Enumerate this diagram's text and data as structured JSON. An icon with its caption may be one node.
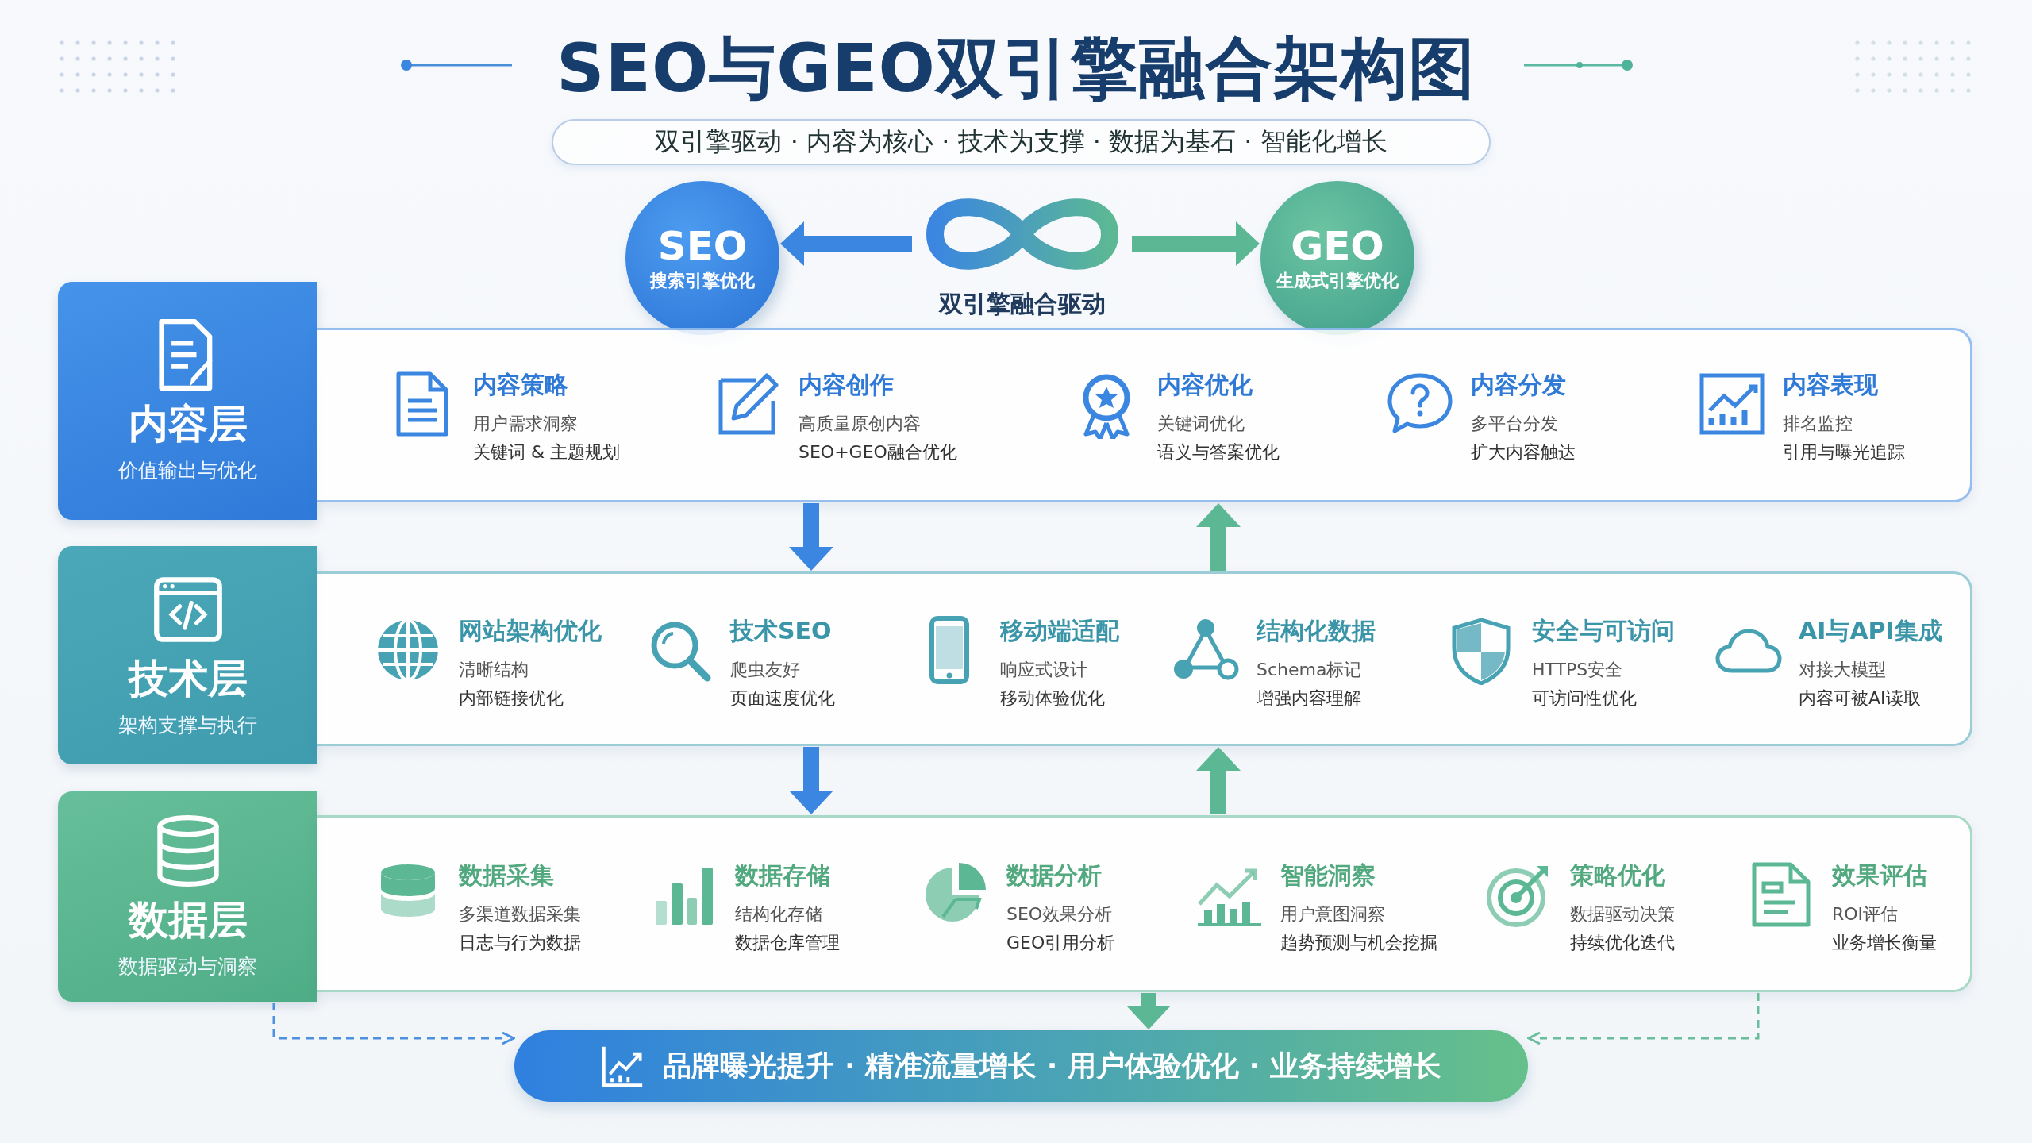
{
  "diagram": {
    "title": "SEO与GEO双引擎融合架构图",
    "nodes": [
      {
        "text": [
          "双引擎驱动 · 内容为核心 · 技术为支撑 · 数据为基石 · 智能化增长"
        ]
      },
      {
        "text": [
          "SEO",
          "搜索引擎优化"
        ]
      },
      {
        "text": [
          "双引擎融合驱动"
        ]
      },
      {
        "text": [
          "GEO",
          "生成式引擎优化"
        ]
      },
      {
        "text": [
          "内容层",
          "价值输出与优化"
        ]
      },
      {
        "text": [],
        "shape": "box"
      },
      {
        "text": [
          "内容策略",
          "用户需求洞察",
          "关键词 & 主题规划"
        ],
        "in": 5
      },
      {
        "text": [
          "内容创作",
          "高质量原创内容",
          "SEO+GEO融合优化"
        ],
        "in": 5
      },
      {
        "text": [
          "内容优化",
          "关键词优化",
          "语义与答案优化"
        ],
        "in": 5
      },
      {
        "text": [
          "内容分发",
          "多平台分发",
          "扩大内容触达"
        ],
        "in": 5
      },
      {
        "text": [
          "内容表现",
          "排名监控",
          "引用与曝光追踪"
        ],
        "in": 5
      },
      {
        "text": [
          "技术层",
          "架构支撑与执行"
        ]
      },
      {
        "text": [],
        "shape": "box"
      },
      {
        "text": [
          "网站架构优化",
          "清晰结构",
          "内部链接优化"
        ],
        "in": 12
      },
      {
        "text": [
          "技术SEO",
          "爬虫友好",
          "页面速度优化"
        ],
        "in": 12
      },
      {
        "text": [
          "移动端适配",
          "响应式设计",
          "移动体验优化"
        ],
        "in": 12
      },
      {
        "text": [
          "结构化数据",
          "Schema标记",
          "增强内容理解"
        ],
        "in": 12
      },
      {
        "text": [
          "安全与可访问",
          "HTTPS安全",
          "可访问性优化"
        ],
        "in": 12
      },
      {
        "text": [
          "AI与API集成",
          "对接大模型",
          "内容可被AI读取"
        ],
        "in": 12
      },
      {
        "text": [
          "数据层",
          "数据驱动与洞察"
        ]
      },
      {
        "text": [],
        "shape": "box"
      },
      {
        "text": [
          "数据采集",
          "多渠道数据采集",
          "日志与行为数据"
        ],
        "in": 20
      },
      {
        "text": [
          "数据存储",
          "结构化存储",
          "数据仓库管理"
        ],
        "in": 20
      },
      {
        "text": [
          "数据分析",
          "SEO效果分析",
          "GEO引用分析"
        ],
        "in": 20
      },
      {
        "text": [
          "智能洞察",
          "用户意图洞察",
          "趋势预测与机会挖掘"
        ],
        "in": 20
      },
      {
        "text": [
          "策略优化",
          "数据驱动决策",
          "持续优化迭代"
        ],
        "in": 20
      },
      {
        "text": [
          "效果评估",
          "ROI评估",
          "业务增长衡量"
        ],
        "in": 20
      },
      {
        "text": [
          "品牌曝光提升 · 精准流量增长 · 用户体验优化 · 业务持续增长"
        ]
      }
    ],
    "edges": [
      {
        "from": 2,
        "to": 1,
        "arrow": "to",
        "color": "#3b86e0"
      },
      {
        "from": 2,
        "to": 3,
        "arrow": "to",
        "color": "#5cb894"
      },
      {
        "from": 5,
        "to": 12,
        "arrow": "to",
        "color": "#3b86e0"
      },
      {
        "from": 12,
        "to": 5,
        "arrow": "to",
        "color": "#5cb894"
      },
      {
        "from": 12,
        "to": 20,
        "arrow": "to",
        "color": "#3b86e0"
      },
      {
        "from": 20,
        "to": 12,
        "arrow": "to",
        "color": "#5cb894"
      },
      {
        "from": 20,
        "to": 27,
        "arrow": "to",
        "color": "#5cb894"
      },
      {
        "from": 19,
        "to": 27,
        "arrow": "to",
        "style": "dashed",
        "color": "#3b86e0"
      },
      {
        "from": 20,
        "to": 27,
        "arrow": "to",
        "style": "dashed",
        "color": "#5cb894"
      }
    ]
  }
}
